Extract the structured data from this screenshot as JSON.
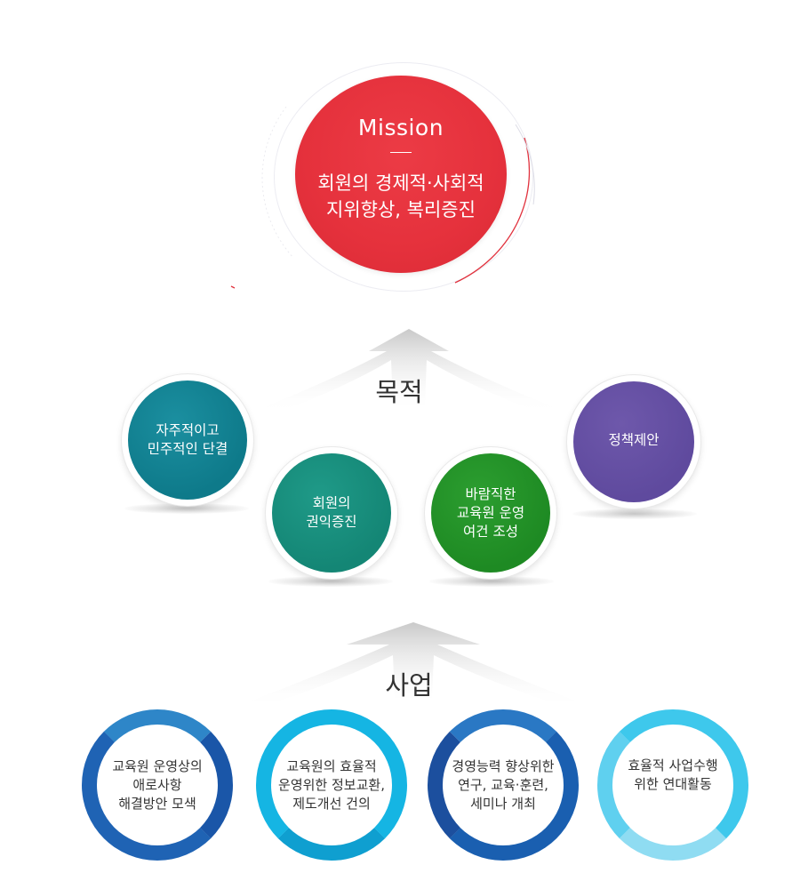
{
  "mission": {
    "title": "Mission",
    "line1": "회원의 경제적·사회적",
    "line2": "지위향상, 복리증진"
  },
  "purpose": {
    "label": "목적",
    "items": [
      {
        "line1": "자주적이고",
        "line2": "민주적인 단결",
        "color": "#0e7a8a"
      },
      {
        "line1": "회원의",
        "line2": "권익증진",
        "color": "#148675"
      },
      {
        "line1": "바람직한",
        "line2": "교육원 운영",
        "line3": "여건 조성",
        "color": "#1e8a23"
      },
      {
        "line1": "정책제안",
        "color": "#5f4a9e"
      }
    ]
  },
  "business": {
    "label": "사업",
    "items": [
      {
        "line1": "교육원 운영상의",
        "line2": "애로사항",
        "line3": "해결방안 모색",
        "color": "#1f63b4"
      },
      {
        "line1": "교육원의 효율적",
        "line2": "운영위한 정보교환,",
        "line3": "제도개선 건의",
        "color": "#15b5e3"
      },
      {
        "line1": "경영능력 향상위한",
        "line2": "연구, 교육·훈련,",
        "line3": "세미나 개최",
        "color": "#1a5fb0"
      },
      {
        "line1": "효율적 사업수행",
        "line2": "위한 연대활동",
        "color": "#3ec8ec"
      }
    ]
  }
}
